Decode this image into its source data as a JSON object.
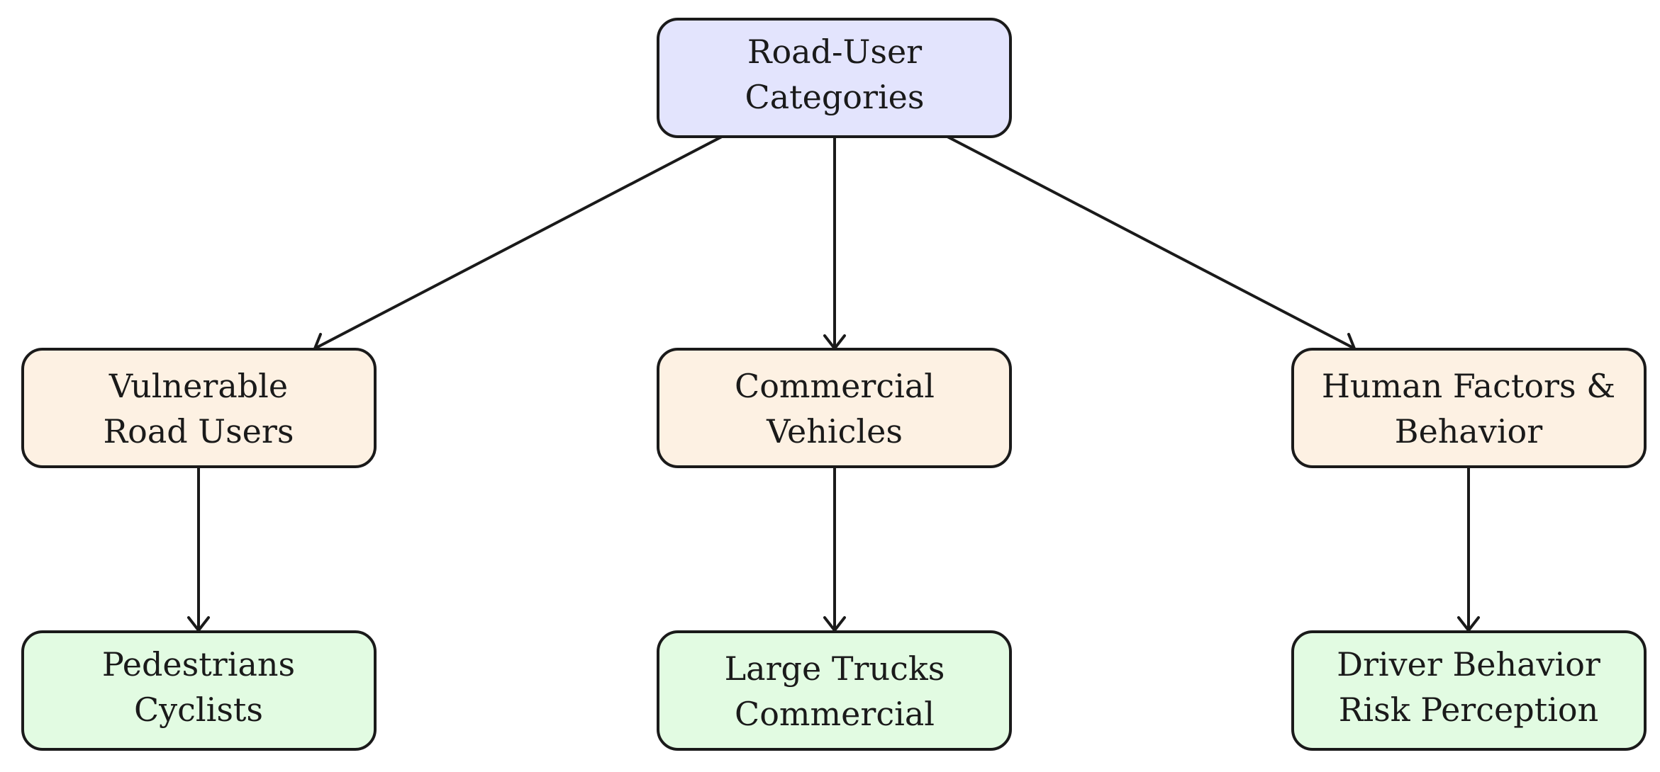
{
  "colors": {
    "root_fill": "#e3e4fd",
    "category_fill": "#fdf1e3",
    "leaf_fill": "#e2fbe2",
    "stroke": "#1a1a1a"
  },
  "nodes": {
    "root": {
      "lines": [
        "Road-User",
        "Categories"
      ]
    },
    "vulnerable": {
      "lines": [
        "Vulnerable",
        "Road Users"
      ]
    },
    "commercial": {
      "lines": [
        "Commercial",
        "Vehicles"
      ]
    },
    "human": {
      "lines": [
        "Human Factors &",
        "Behavior"
      ]
    },
    "pedestrians": {
      "lines": [
        "Pedestrians",
        "Cyclists"
      ]
    },
    "trucks": {
      "lines": [
        "Large Trucks",
        "Commercial"
      ]
    },
    "driver": {
      "lines": [
        "Driver Behavior",
        "Risk Perception"
      ]
    }
  },
  "edges": [
    {
      "from": "root",
      "to": "vulnerable"
    },
    {
      "from": "root",
      "to": "commercial"
    },
    {
      "from": "root",
      "to": "human"
    },
    {
      "from": "vulnerable",
      "to": "pedestrians"
    },
    {
      "from": "commercial",
      "to": "trucks"
    },
    {
      "from": "human",
      "to": "driver"
    }
  ]
}
